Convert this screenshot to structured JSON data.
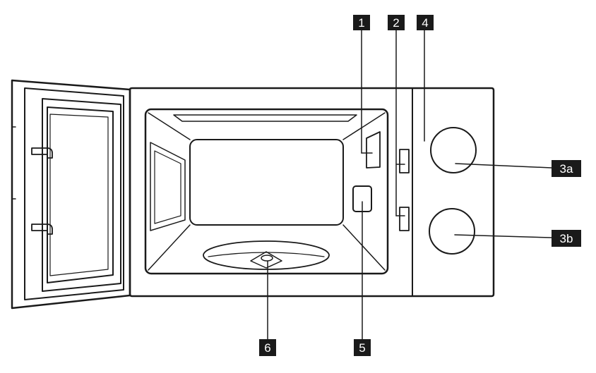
{
  "callouts": [
    {
      "id": "door-interlock",
      "label": "1"
    },
    {
      "id": "door-catch",
      "label": "2"
    },
    {
      "id": "control-panel",
      "label": "4"
    },
    {
      "id": "knob-top",
      "label": "3a"
    },
    {
      "id": "knob-bottom",
      "label": "3b"
    },
    {
      "id": "turntable-shaft",
      "label": "6"
    },
    {
      "id": "waveguide-cover",
      "label": "5"
    }
  ],
  "colors": {
    "line": "#1a1a1a",
    "label_bg": "#1a1a1a",
    "label_text": "#ffffff",
    "background": "#ffffff"
  }
}
